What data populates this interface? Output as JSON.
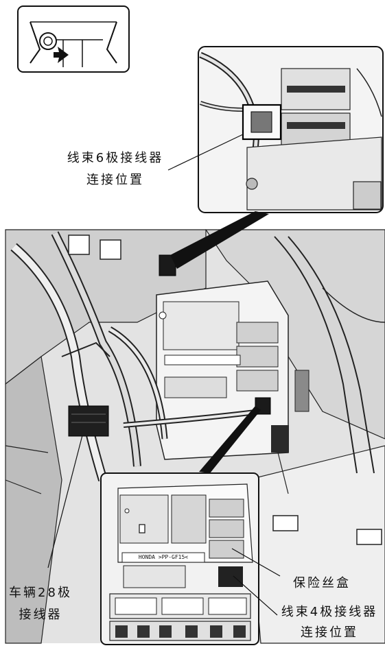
{
  "labels": {
    "harness_6pin_line1": "线束6极接线器",
    "harness_6pin_line2": "连接位置",
    "vehicle_28pin_line1": "车辆28极",
    "vehicle_28pin_line2": "接线器",
    "fuse_box": "保险丝盒",
    "harness_4pin_line1": "线束4极接线器",
    "harness_4pin_line2": "连接位置",
    "fuse_box_text": "HONDA >PP-GF15<"
  },
  "colors": {
    "ink": "#111111",
    "paper": "#ffffff",
    "shade_light": "#d9d9d9",
    "shade_mid": "#a8a8a8",
    "shade_dark": "#555555"
  }
}
